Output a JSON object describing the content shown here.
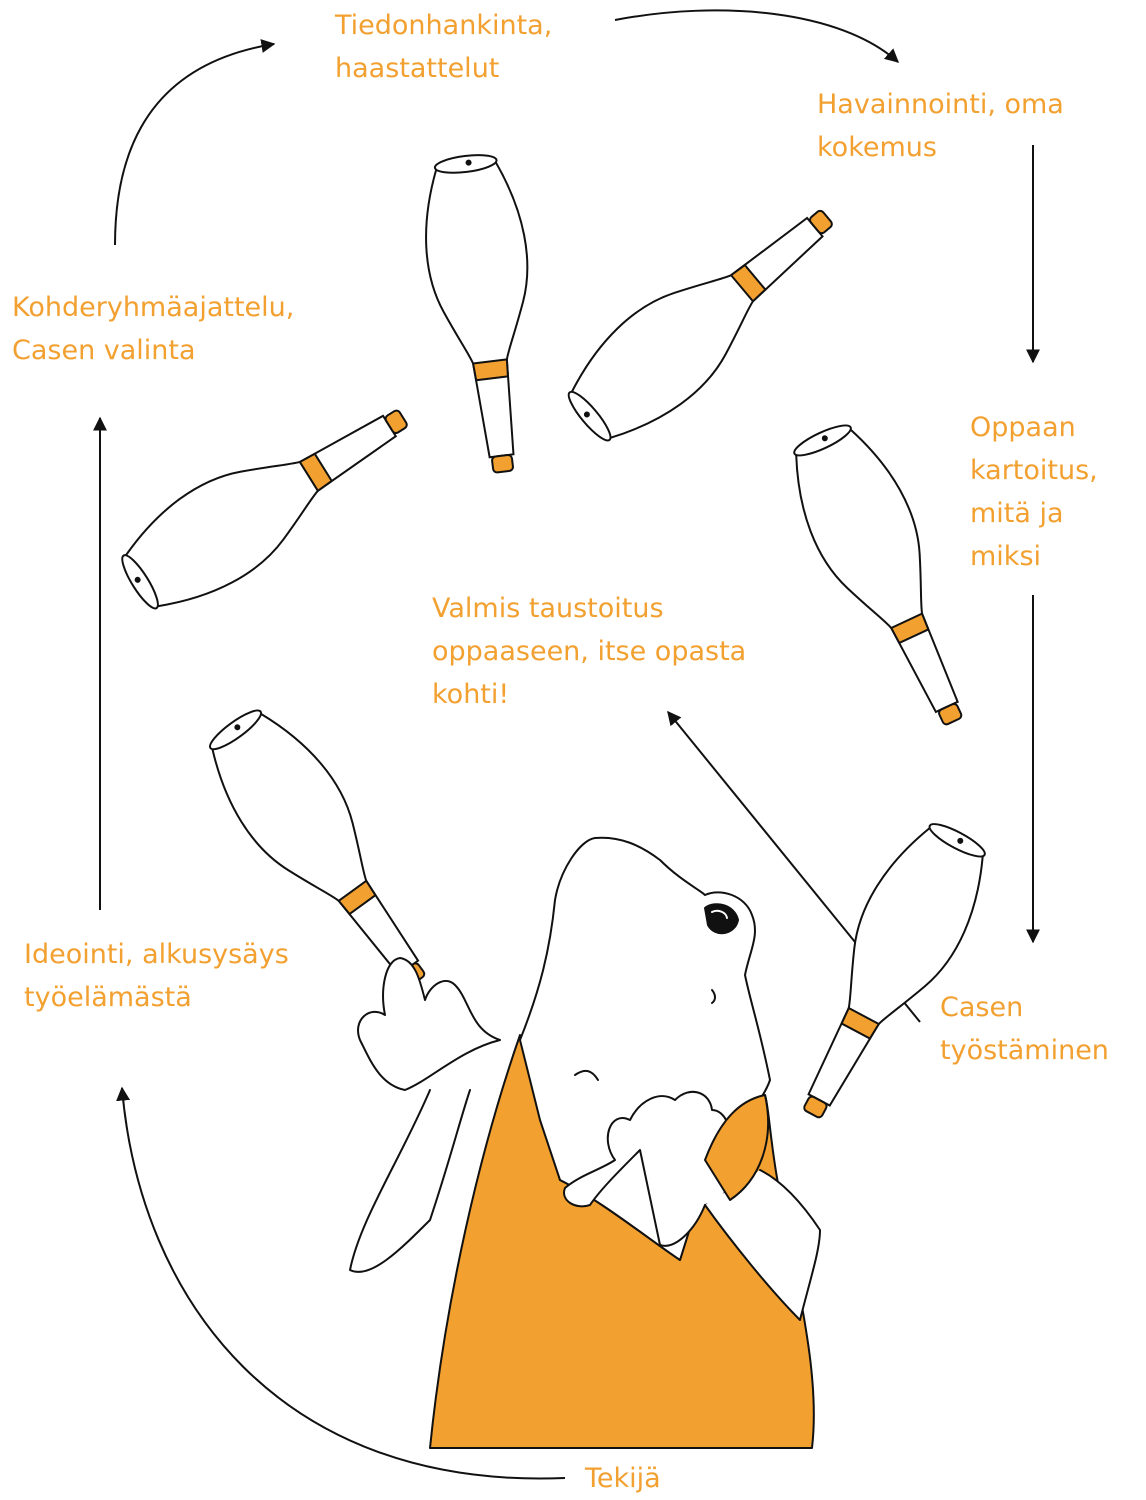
{
  "accent_color": "#F2A030",
  "line_color": "#111111",
  "steps": {
    "tiedonhankinta": [
      "Tiedonhankinta,",
      "haastattelut"
    ],
    "havainnointi": [
      "Havainnointi, oma",
      "kokemus"
    ],
    "oppaan": [
      "Oppaan",
      "kartoitus,",
      "mitä ja",
      "miksi"
    ],
    "casen_tyostaminen": [
      "Casen",
      "työstäminen"
    ],
    "valmis": [
      "Valmis taustoitus",
      "oppaaseen, itse opasta",
      "kohti!"
    ],
    "tekija": "Tekijä",
    "ideointi": [
      "Ideointi, alkusysäys",
      "työelämästä"
    ],
    "kohderyhma": [
      "Kohderyhmäajattelu,",
      "Casen valinta"
    ]
  },
  "illustration": {
    "figure": "juggler",
    "club_count": 6,
    "icons": [
      "juggling-club-icon",
      "juggler-figure-icon",
      "arrow-icon"
    ]
  }
}
